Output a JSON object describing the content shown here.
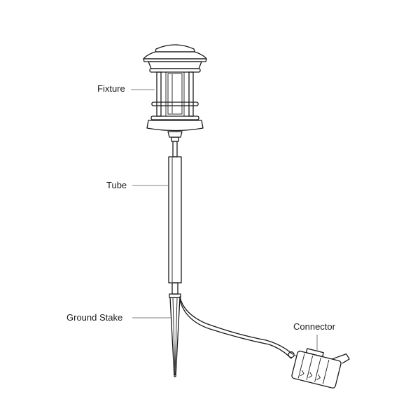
{
  "labels": {
    "fixture": "Fixture",
    "tube": "Tube",
    "ground_stake": "Ground Stake",
    "connector": "Connector"
  },
  "colors": {
    "line": "#1a1a1a",
    "leader": "#555555",
    "background": "#ffffff"
  }
}
